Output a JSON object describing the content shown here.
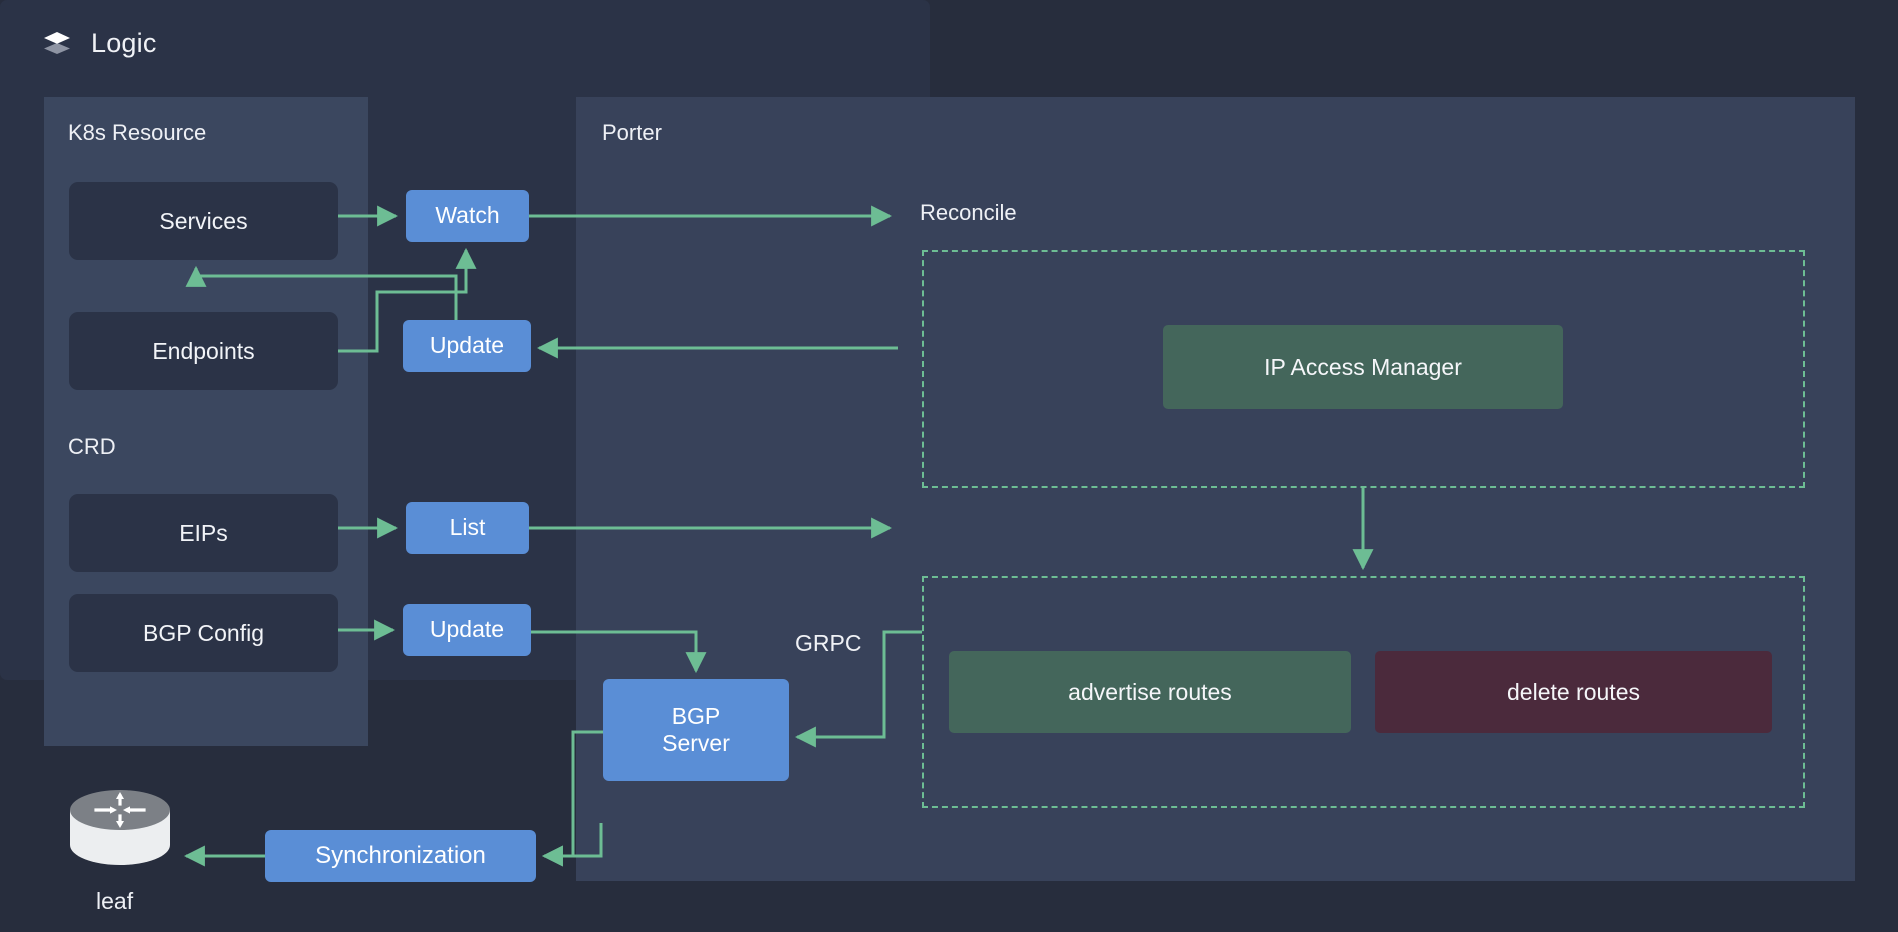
{
  "header": {
    "title": "Logic",
    "icon": "layers-icon"
  },
  "panels": {
    "k8s_resource": {
      "title": "K8s Resource"
    },
    "crd": {
      "title": "CRD"
    },
    "porter": {
      "title": "Porter"
    },
    "reconcile": {
      "title": "Reconcile"
    }
  },
  "k8s_resources": [
    {
      "label": "Services"
    },
    {
      "label": "Endpoints"
    }
  ],
  "crd_resources": [
    {
      "label": "EIPs"
    },
    {
      "label": "BGP Config"
    }
  ],
  "actions": {
    "watch": "Watch",
    "update_services": "Update",
    "list": "List",
    "update_bgp": "Update",
    "bgp_server": "BGP\nServer",
    "bgp_server_line1": "BGP",
    "bgp_server_line2": "Server",
    "synchronization": "Synchronization"
  },
  "reconcile_steps": {
    "ip_access_manager": "IP Access Manager",
    "advertise_routes": "advertise routes",
    "delete_routes": "delete routes"
  },
  "edges": {
    "grpc_label": "GRPC"
  },
  "device": {
    "name": "leaf",
    "icon": "router-icon"
  },
  "colors": {
    "page_background": "#272d3d",
    "panel_background": "#3b475f",
    "porter_background": "#38425a",
    "reconcile_background": "#2b3347",
    "card_background": "#2b3347",
    "action_blue": "#5a8ed6",
    "arrow_green": "#6dbd94",
    "chip_green": "#44665b",
    "chip_red": "#4b2a3c",
    "text_primary": "#f0f2f6"
  }
}
